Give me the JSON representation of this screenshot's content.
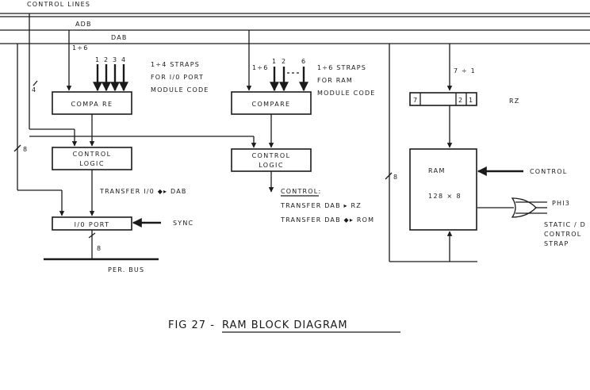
{
  "bus": {
    "control_lines": "CONTROL   LINES",
    "adb": "ADB",
    "dab": "DAB"
  },
  "left": {
    "adb_range": "1÷6",
    "strap_numbers": [
      "1",
      "2",
      "3",
      "4"
    ],
    "straps_note": [
      "1÷4  STRAPS",
      "FOR  I/0 PORT",
      "MODULE  CODE"
    ],
    "compare": "COMPA RE",
    "control_logic": [
      "CONTROL",
      "LOGIC"
    ],
    "transfer": "TRANSFER  I/0  ◆▸  DAB",
    "io_port": "I/0  PORT",
    "sync": "SYNC",
    "per_bus": "PER.   BUS",
    "width_4": "4",
    "width_8a": "8",
    "width_8b": "8"
  },
  "middle": {
    "adb_range": "1÷6",
    "strap_numbers": [
      "1",
      "2",
      "6"
    ],
    "straps_note": [
      "1÷6  STRAPS",
      "FOR   RAM",
      "MODULE  CODE"
    ],
    "compare": "COMPARE",
    "control_logic": [
      "CONTROL",
      "LOGIC"
    ],
    "control_note": [
      "CONTROL:",
      "TRANSFER  DAB ▸ RZ",
      "TRANSFER  DAB ◆▸ ROM"
    ]
  },
  "right": {
    "dab_range": "7 ÷ 1",
    "reg_bits": [
      "7",
      "2",
      "1"
    ],
    "reg_name": "RZ",
    "width_8": "8",
    "ram_title": "RAM",
    "ram_size": "128 × 8",
    "control": "CONTROL",
    "phi3": "PHI3",
    "static_note": [
      "STATIC / D",
      "CONTROL",
      "STRAP"
    ]
  },
  "caption": {
    "fig": "FIG 27 -",
    "title": "RAM      BLOCK   DIAGRAM"
  }
}
